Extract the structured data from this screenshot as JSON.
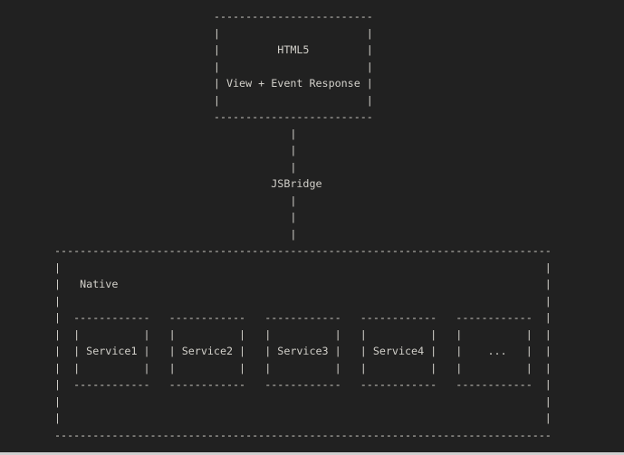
{
  "colors": {
    "background": "#212121",
    "text": "#d2d0ca",
    "bottom_strip": "#cfcfcf"
  },
  "diagram": {
    "top_box": {
      "title": "HTML5",
      "subtitle": "View + Event Response",
      "lines": [
        "                         -------------------------",
        "                         |                       |",
        "                         |         HTML5         |",
        "                         |                       |",
        "                         | View + Event Response |",
        "                         |                       |",
        "                         -------------------------"
      ]
    },
    "connector": {
      "label": "JSBridge",
      "lines": [
        "                                     |",
        "                                     |",
        "                                     |",
        "                                  JSBridge",
        "                                     |",
        "                                     |",
        "                                     |"
      ]
    },
    "bottom_box": {
      "label": "Native",
      "services": [
        "Service1",
        "Service2",
        "Service3",
        "Service4",
        "..."
      ],
      "lines": [
        "------------------------------------------------------------------------------",
        "|                                                                            |",
        "|   Native                                                                   |",
        "|                                                                            |",
        "|  ------------   ------------   ------------   ------------   ------------  |",
        "|  |          |   |          |   |          |   |          |   |          |  |",
        "|  | Service1 |   | Service2 |   | Service3 |   | Service4 |   |    ...   |  |",
        "|  |          |   |          |   |          |   |          |   |          |  |",
        "|  ------------   ------------   ------------   ------------   ------------  |",
        "|                                                                            |",
        "|                                                                            |",
        "------------------------------------------------------------------------------"
      ]
    }
  }
}
